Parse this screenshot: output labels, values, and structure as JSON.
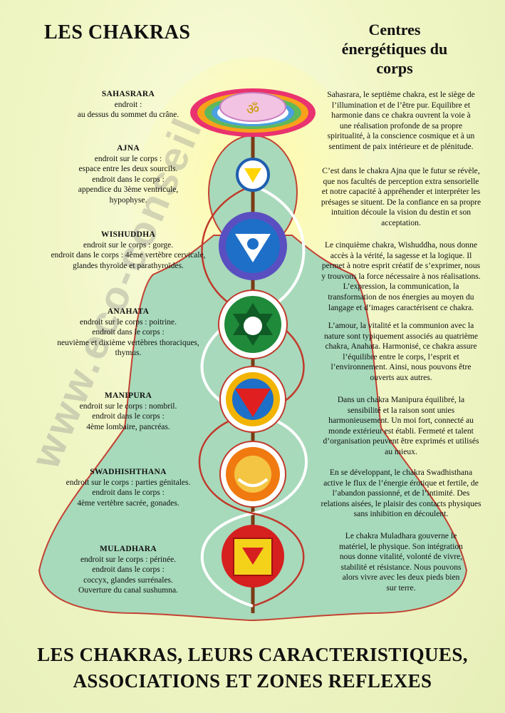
{
  "header": {
    "title": "LES CHAKRAS",
    "subtitle_line1": "Centres",
    "subtitle_line2": "énergétiques du",
    "subtitle_line3": "corps"
  },
  "chakras": [
    {
      "name": "SAHASRARA",
      "l1": "endroit :",
      "l2": "au dessus du sommet du crâne.",
      "l3": "",
      "l4": ""
    },
    {
      "name": "AJNA",
      "l1": "endroit sur le corps :",
      "l2": "espace entre les deux sourcils.",
      "l3": "endroit dans le corps :",
      "l4": "appendice du 3ème ventricule,",
      "l5": "hypophyse."
    },
    {
      "name": "WISHUDDHA",
      "l1": "endroit sur le corps :  gorge.",
      "l2": "endroit dans le corps : 4ème vertèbre cervicale,",
      "l3": "glandes thyroïde et parathyroïdes.",
      "l4": ""
    },
    {
      "name": "ANAHATA",
      "l1": "endroit sur le corps : poitrine.",
      "l2": "endroit dans le corps :",
      "l3": "neuvième et dixième vertèbres thoraciques,",
      "l4": "thymus."
    },
    {
      "name": "MANIPURA",
      "l1": "endroit sur le corps : nombril.",
      "l2": "endroit dans le corps :",
      "l3": "4ème lombaire, pancréas.",
      "l4": ""
    },
    {
      "name": "SWADHISHTHANA",
      "l1": "endroit sur le corps : parties génitales.",
      "l2": "endroit dans le corps :",
      "l3": "4ème vertèbre sacrée, gonades.",
      "l4": ""
    },
    {
      "name": "MULADHARA",
      "l1": "endroit sur le corps : périnée.",
      "l2": "endroit dans le corps :",
      "l3": "coccyx, glandes surrénales.",
      "l4": "Ouverture du  canal sushumna."
    }
  ],
  "descriptions": [
    [
      "Sahasrara, le septième chakra, est le siège de",
      "l’illumination et de l’être pur. Equilibre et",
      "harmonie dans ce chakra ouvrent la voie à",
      "une réalisation profonde de sa propre",
      "spiritualité, à la conscience cosmique et à un",
      "sentiment de paix intérieure et de plénitude."
    ],
    [
      "C’est dans le chakra  Ajna que le futur se révèle,",
      "que nos facultés de perception extra sensorielle",
      "et notre capacité à appréhender et interpréter les",
      "présages se situent. De la confiance en sa propre",
      "intuition découle la vision du destin et son",
      "acceptation."
    ],
    [
      "Le cinquième chakra, Wishuddha, nous donne",
      "accès à la vérité, la sagesse et la logique. Il",
      "permet à notre esprit créatif de s’exprimer, nous",
      "y trouvons la force nécessaire à nos réalisations.",
      "L’expression, la communication, la",
      "transformation de nos énergies au moyen du",
      "langage et d’images  caractérisent ce chakra."
    ],
    [
      "L’amour, la vitalité et la communion avec la",
      "nature sont typiquement associés au quatrième",
      "chakra, Anahata. Harmonisé, ce chakra assure",
      "l’équilibre entre le corps, l’esprit et",
      "l’environnement. Ainsi, nous pouvons être",
      "ouverts aux autres."
    ],
    [
      "Dans un chakra Manipura équilibré, la",
      "sensibilité et la raison sont unies",
      "harmonieusement. Un moi fort, connecté au",
      "monde extérieur est établi. Fermeté et talent",
      "d’organisation peuvent être exprimés et utilisés",
      "au mieux."
    ],
    [
      "En se développant, le chakra Swadhisthana",
      "active le flux de l’énergie érotique et fertile, de",
      "l’abandon passionné, et de l’intimité. Des",
      "relations aisées, le plaisir des contacts physiques",
      "sans inhibition en découlent."
    ],
    [
      "Le chakra Muladhara gouverne le",
      "matériel, le physique. Son intégration",
      "nous donne vitalité, volonté de vivre,",
      "stabilité et résistance. Nous pouvons",
      "alors vivre avec les deux pieds bien",
      "sur terre."
    ]
  ],
  "footer": {
    "line1": "LES CHAKRAS, LEURS CARACTERISTIQUES,",
    "line2": "ASSOCIATIONS ET ZONES REFLEXES"
  },
  "watermark": "www.eco-conseil",
  "colors": {
    "background": "#f1f6c6",
    "body": "#9fd6b6",
    "outline": "#c0392b",
    "sahasrara": "#e84a8c",
    "ajna": "#1f5fb0",
    "wishuddha": "#5a4fc0",
    "anahata": "#1f8a3a",
    "manipura": "#f2b400",
    "swadhishthana": "#f07a10",
    "muladhara": "#d61f1f"
  },
  "icons": [
    "lotus-icon",
    "yantra-icon"
  ]
}
